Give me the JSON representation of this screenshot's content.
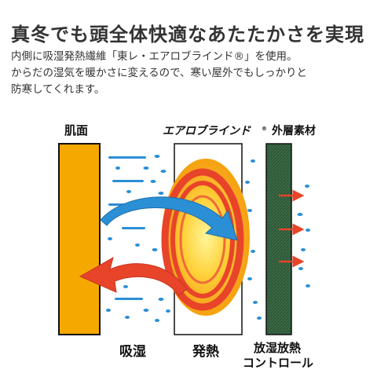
{
  "header": {
    "title": "真冬でも頭全体快適なあたたかさを実現",
    "description": [
      "内側に吸湿発熱繊維「東レ・エアロブラインド®」を使用。",
      "からだの湿気を暖かさに変えるので、寒い屋外でもしっかりと",
      "防寒してくれます。"
    ]
  },
  "diagram": {
    "labels": {
      "skin": "肌面",
      "fiber": "エアロブラインド",
      "fiber_mark": "®",
      "outer": "外層素材",
      "absorb": "吸湿",
      "heat": "発熱",
      "control_1": "放湿放熱",
      "control_2": "コントロール"
    },
    "colors": {
      "skin": "#F5A800",
      "heat_outer": "#E8442A",
      "heat_inner": "#FFE066",
      "outer_layer": "#2F5A3A",
      "moisture": "#2B8FD6",
      "arrow_blue": "#2B8FD6",
      "arrow_red": "#E8442A"
    }
  }
}
